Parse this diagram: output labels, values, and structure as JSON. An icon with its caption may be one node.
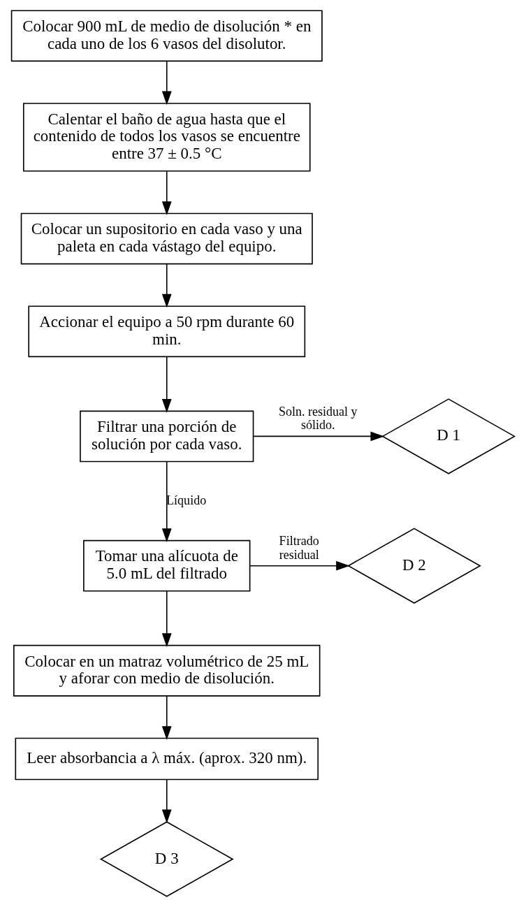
{
  "diagram": {
    "nodes": [
      {
        "text": [
          "Colocar 900 mL de medio de disolución * en cada uno de los 6 vasos del disolutor."
        ]
      },
      {
        "text": [
          "Calentar el baño de agua hasta que el contenido de todos los vasos se encuentre entre 37 ± 0.5 °C"
        ]
      },
      {
        "text": [
          "Colocar un supositorio en cada vaso y una paleta en cada vástago del equipo."
        ]
      },
      {
        "text": [
          "Accionar el equipo a 50 rpm durante 60 min."
        ]
      },
      {
        "text": [
          "Filtrar una porción de solución por cada vaso."
        ]
      },
      {
        "text": [
          "D 1"
        ]
      },
      {
        "text": [
          "Tomar una alícuota de 5.0 mL del filtrado"
        ]
      },
      {
        "text": [
          "D 2"
        ]
      },
      {
        "text": [
          "Colocar en un matraz volumétrico de 25 mL y aforar con medio de disolución."
        ]
      },
      {
        "text": [
          "Leer absorbancia a λ máx. (aprox. 320 nm)."
        ]
      },
      {
        "text": [
          "D 3"
        ]
      }
    ],
    "edges": [
      {
        "from": 0,
        "to": 1,
        "arrow": "to"
      },
      {
        "from": 1,
        "to": 2,
        "arrow": "to"
      },
      {
        "from": 2,
        "to": 3,
        "arrow": "to"
      },
      {
        "from": 3,
        "to": 4,
        "arrow": "to"
      },
      {
        "from": 4,
        "to": 5,
        "arrow": "to",
        "label": "Soln. residual y sólido."
      },
      {
        "from": 4,
        "to": 6,
        "arrow": "to",
        "label": "Líquido"
      },
      {
        "from": 6,
        "to": 7,
        "arrow": "to",
        "label": "Filtrado residual"
      },
      {
        "from": 6,
        "to": 8,
        "arrow": "to"
      },
      {
        "from": 8,
        "to": 9,
        "arrow": "to"
      },
      {
        "from": 9,
        "to": 10,
        "arrow": "to"
      }
    ]
  }
}
